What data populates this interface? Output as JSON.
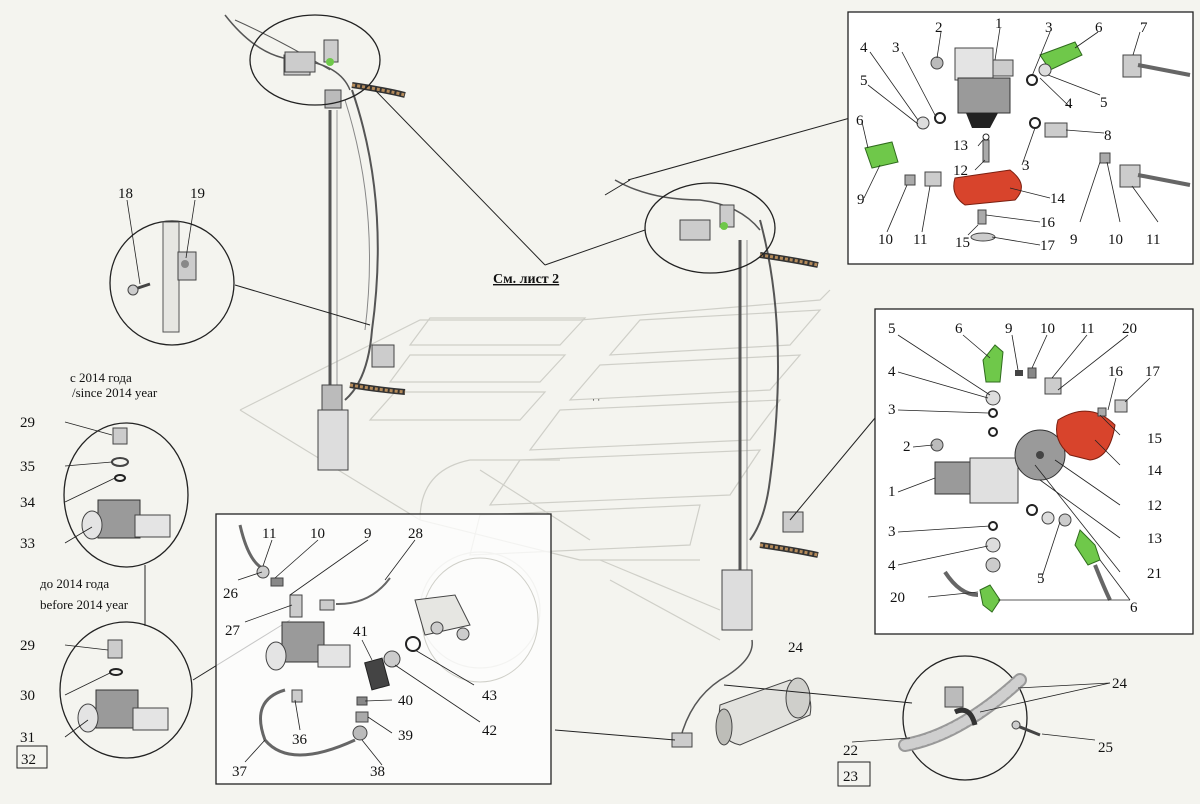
{
  "diagram": {
    "reference_label": "См. лист 2",
    "since_2014_label": "с 2014 года",
    "since_2014_label_en": "/since 2014 year",
    "before_2014_label": "до 2014 года",
    "before_2014_label_en": "before 2014 year",
    "colors": {
      "background": "#f4f4ef",
      "line": "#222222",
      "frame_fill": "#ffffff",
      "ghost_vehicle": "#dcdcd6",
      "green_fitting": "#6fc84a",
      "red_cover": "#d8442c",
      "metal": "#bfbfbf",
      "valve_body": "#9a9a9a"
    },
    "inset_top_right": {
      "labels": [
        "1",
        "2",
        "3",
        "3",
        "3",
        "4",
        "4",
        "5",
        "5",
        "6",
        "6",
        "7",
        "8",
        "9",
        "9",
        "10",
        "10",
        "11",
        "11",
        "12",
        "13",
        "14",
        "15",
        "16",
        "17"
      ]
    },
    "inset_mid_right": {
      "labels": [
        "5",
        "6",
        "9",
        "10",
        "11",
        "20",
        "16",
        "17",
        "4",
        "3",
        "15",
        "14",
        "2",
        "12",
        "1",
        "13",
        "3",
        "21",
        "4",
        "5",
        "20",
        "6"
      ]
    },
    "inset_bottom_center": {
      "labels": [
        "11",
        "10",
        "9",
        "28",
        "26",
        "27",
        "41",
        "43",
        "42",
        "40",
        "39",
        "36",
        "37",
        "38"
      ]
    },
    "left_panel": {
      "detail_labels": [
        "18",
        "19"
      ],
      "since_2014_labels": [
        "29",
        "35",
        "34",
        "33"
      ],
      "before_2014_labels": [
        "29",
        "30",
        "31",
        "32"
      ]
    },
    "bottom_right_detail": {
      "labels": [
        "24",
        "24",
        "25",
        "22",
        "23"
      ]
    }
  }
}
